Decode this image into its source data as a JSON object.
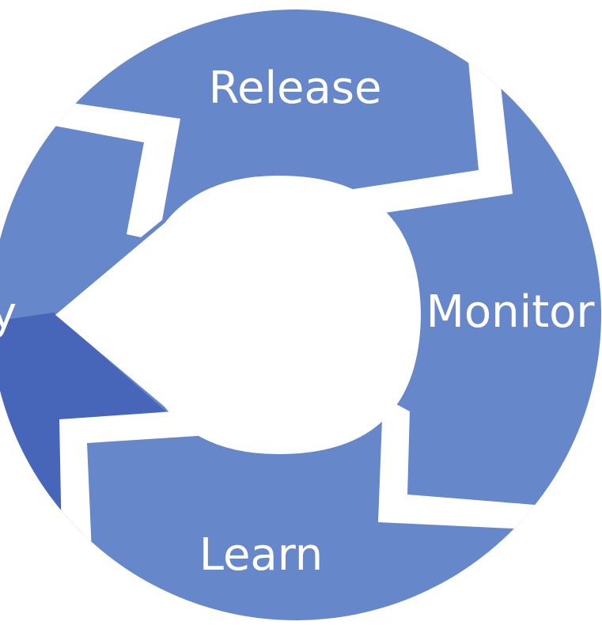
{
  "diagram": {
    "stages": [
      {
        "id": "release",
        "label": "Release"
      },
      {
        "id": "monitor",
        "label": "Monitor"
      },
      {
        "id": "learn",
        "label": "Learn"
      },
      {
        "id": "left-partial",
        "label": "y"
      }
    ],
    "colors": {
      "segment": "#6787cb",
      "segment_dark": "#4766ba",
      "background": "#ffffff",
      "text": "#ffffff"
    }
  }
}
